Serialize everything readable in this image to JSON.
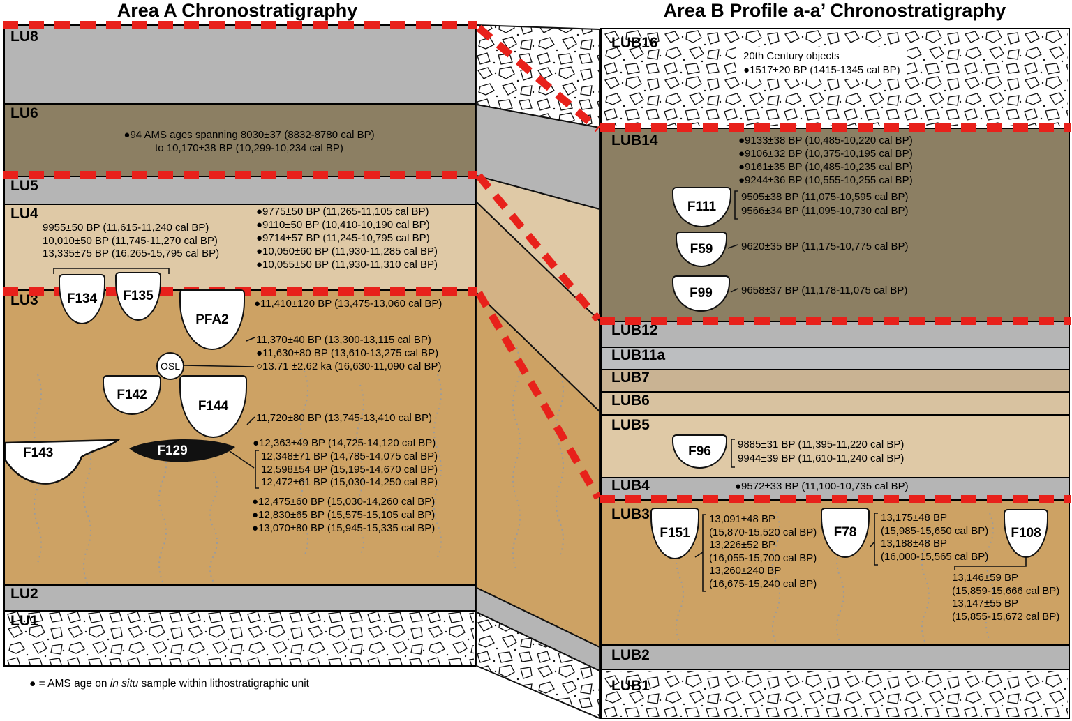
{
  "titles": {
    "area_a": "Area A Chronostratigraphy",
    "area_b": "Area B Profile a-a’ Chronostratigraphy"
  },
  "legend": {
    "prefix": "● = AMS age on ",
    "italic": "in situ",
    "suffix": " sample within lithostratigraphic unit"
  },
  "colors": {
    "red_dash": "#e8211b",
    "gray_layer": "#b5b5b5",
    "olive_layer": "#8c7f63",
    "light_tan_layer": "#dfc9a6",
    "mid_tan_layer": "#cda264",
    "cool_gray_layer": "#bcbec0"
  },
  "area_a": {
    "layers": {
      "lu8": "LU8",
      "lu6": "LU6",
      "lu5": "LU5",
      "lu4": "LU4",
      "lu3": "LU3",
      "lu2": "LU2",
      "lu1": "LU1"
    },
    "features": {
      "f134": "F134",
      "f135": "F135",
      "pfa2": "PFA2",
      "osl": "OSL",
      "f142": "F142",
      "f144": "F144",
      "f143": "F143",
      "f129": "F129"
    },
    "lu6_note": [
      "●94 AMS ages spanning 8030±37 (8832-8780 cal BP)",
      "to 10,170±38 BP (10,299-10,234 cal BP)"
    ],
    "lu4_left_dates": [
      "9955±50 BP (11,615-11,240 cal BP)",
      "10,010±50 BP (11,745-11,270 cal BP)",
      "13,335±75 BP (16,265-15,795 cal BP)"
    ],
    "lu4_right_dates": [
      "●9775±50 BP (11,265-11,105 cal BP)",
      "●9110±50 BP (10,410-10,190 cal BP)",
      "●9714±57 BP (11,245-10,795 cal BP)",
      "●10,050±60 BP (11,930-11,285 cal BP)",
      "●10,055±50 BP (11,930-11,310 cal BP)"
    ],
    "lu3_top_date": "●11,410±120 BP (13,475-13,060 cal BP)",
    "pfa2_dates": [
      "11,370±40 BP (13,300-13,115 cal BP)",
      "●11,630±80 BP (13,610-13,275 cal BP)",
      "○13.71 ±2.62 ka (16,630-11,090 cal BP)"
    ],
    "f144_date": "11,720±80 BP (13,745-13,410 cal BP)",
    "f129_top_date": "●12,363±49 BP (14,725-14,120 cal BP)",
    "f129_bracket_dates": [
      "12,348±71 BP (14,785-14,075 cal BP)",
      "12,598±54 BP (15,195-14,670 cal BP)",
      "12,472±61 BP (15,030-14,250 cal BP)"
    ],
    "lu3_bottom_dates": [
      "●12,475±60 BP (15,030-14,260 cal BP)",
      "●12,830±65 BP (15,575-15,105 cal BP)",
      "●13,070±80 BP (15,945-15,335 cal BP)"
    ]
  },
  "area_b": {
    "layers": {
      "lub16": "LUB16",
      "lub14": "LUB14",
      "lub12": "LUB12",
      "lub11a": "LUB11a",
      "lub7": "LUB7",
      "lub6": "LUB6",
      "lub5": "LUB5",
      "lub4": "LUB4",
      "lub3": "LUB3",
      "lub2": "LUB2",
      "lub1": "LUB1"
    },
    "features": {
      "f111": "F111",
      "f59": "F59",
      "f99": "F99",
      "f96": "F96",
      "f151": "F151",
      "f78": "F78",
      "f108": "F108"
    },
    "lub16_notes": [
      "20th Century objects",
      "●1517±20 BP (1415-1345 cal BP)"
    ],
    "lub14_dates": [
      "●9133±38 BP (10,485-10,220 cal BP)",
      "●9106±32 BP (10,375-10,195 cal BP)",
      "●9161±35 BP (10,485-10,235 cal BP)",
      "●9244±36 BP (10,555-10,255 cal BP)"
    ],
    "f111_dates": [
      "9505±38 BP (11,075-10,595 cal BP)",
      "9566±34 BP (11,095-10,730 cal BP)"
    ],
    "f59_date": "9620±35 BP (11,175-10,775 cal BP)",
    "f99_date": "9658±37 BP (11,178-11,075 cal BP)",
    "f96_dates": [
      "9885±31 BP (11,395-11,220 cal BP)",
      "9944±39 BP (11,610-11,240 cal BP)"
    ],
    "lub4_date": "●9572±33 BP (11,100-10,735 cal BP)",
    "f151_dates": [
      "13,091±48 BP",
      "(15,870-15,520 cal BP)",
      "13,226±52 BP",
      "(16,055-15,700 cal BP)",
      "13,260±240 BP",
      "(16,675-15,240 cal BP)"
    ],
    "f78_dates": [
      "13,175±48 BP",
      "(15,985-15,650 cal BP)",
      "13,188±48 BP",
      "(16,000-15,565 cal BP)"
    ],
    "f108_dates": [
      "13,146±59 BP",
      "(15,859-15,666 cal BP)",
      "13,147±55 BP",
      "(15,855-15,672 cal BP)"
    ]
  }
}
